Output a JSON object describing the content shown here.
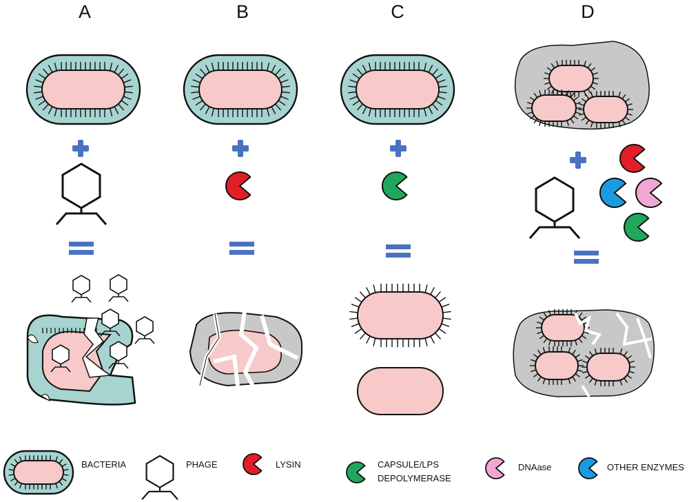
{
  "columns": [
    "A",
    "B",
    "C",
    "D"
  ],
  "legend": {
    "bacteria": "BACTERIA",
    "phage": "PHAGE",
    "lysin": "LYSIN",
    "depolymerase_line1": "CAPSULE/LPS",
    "depolymerase_line2": "DEPOLYMERASE",
    "dnaase": "DNAase",
    "other_enzymes": "OTHER ENZYMES"
  },
  "colors": {
    "capsule": "#a7d4d0",
    "cell": "#f7c9c9",
    "biofilm": "#c8c8c8",
    "lysin": "#e21f26",
    "depolymerase": "#1fa85b",
    "dnaase": "#f1a7d4",
    "other_enzymes": "#1a9be0",
    "operator": "#4a72c0"
  },
  "icons": [
    "plus-icon",
    "equals-icon",
    "phage-icon",
    "lysin-enzyme-icon",
    "depolymerase-enzyme-icon",
    "dnaase-enzyme-icon",
    "other-enzyme-icon"
  ]
}
